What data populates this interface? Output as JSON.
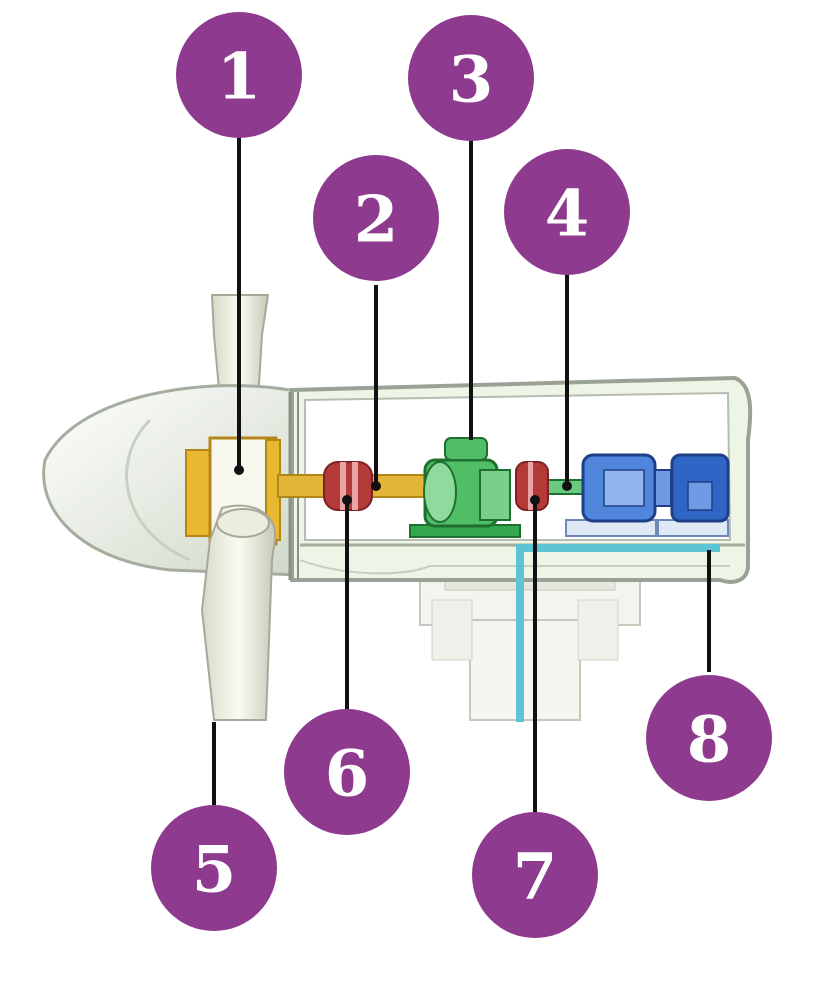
{
  "colors": {
    "callout": "#8e3b8f",
    "leader": "#111111",
    "nacelle_fill": "#edf5e6",
    "nacelle_stroke": "#9aa196",
    "hub_gold": "#e8b830",
    "shaft_gold": "#e3b63a",
    "coupling_red": "#b43a3a",
    "gearbox_green": "#34a84c",
    "generator_blue": "#2f66c6",
    "cable_cyan": "#5fc3d6"
  },
  "callouts": [
    {
      "id": "1",
      "label": "1"
    },
    {
      "id": "2",
      "label": "2"
    },
    {
      "id": "3",
      "label": "3"
    },
    {
      "id": "4",
      "label": "4"
    },
    {
      "id": "5",
      "label": "5"
    },
    {
      "id": "6",
      "label": "6"
    },
    {
      "id": "7",
      "label": "7"
    },
    {
      "id": "8",
      "label": "8"
    }
  ]
}
